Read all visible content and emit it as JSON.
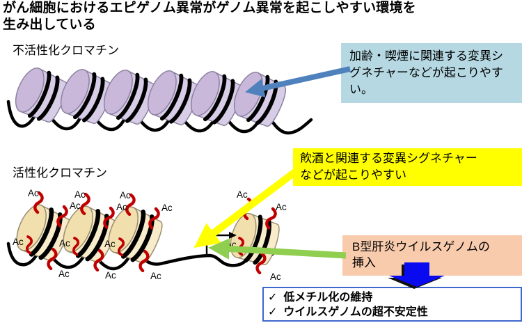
{
  "title": {
    "lines": [
      "がん細胞におけるエピゲノム異常がゲノム異常を起こしやすい環境を",
      "生み出している"
    ]
  },
  "sections": {
    "inactive_chromatin": {
      "label": "不活性化クロマチン"
    },
    "active_chromatin": {
      "label": "活性化クロマチン"
    }
  },
  "callouts": {
    "aging_smoking": {
      "lines": [
        "加齢・喫煙に関連する変異シ",
        "グネチャーなどが起こりやす",
        "い。"
      ],
      "bg_color": "#b5d8e2",
      "arrow_color": "#4f81bd"
    },
    "alcohol": {
      "lines": [
        "飲酒と関連する変異シグネチャー",
        "などが起こりやすい"
      ],
      "bg_color": "#ffff00",
      "arrow_color": "#ffff00"
    },
    "hbv_insertion": {
      "lines": [
        "B型肝炎ウイルスゲノムの",
        "挿入"
      ],
      "bg_color": "#f8cbad",
      "arrow_color": "#8fce4e"
    }
  },
  "outcome_box": {
    "check_glyph": "✓",
    "items": [
      "低メチル化の維持",
      "ウイルスゲノムの超不安定性"
    ],
    "border_color": "#3e66cc",
    "block_arrow_color": "#0a0af0"
  },
  "diagram": {
    "ac_label": "Ac",
    "colors": {
      "inactive_nucleosome_face": "#c9b8da",
      "inactive_nucleosome_body": "#d8cde7",
      "active_nucleosome_face": "#f2dfae",
      "active_nucleosome_body": "#f8ecca",
      "dna_strand": "#000000",
      "histone_tail": "#c00000"
    }
  }
}
